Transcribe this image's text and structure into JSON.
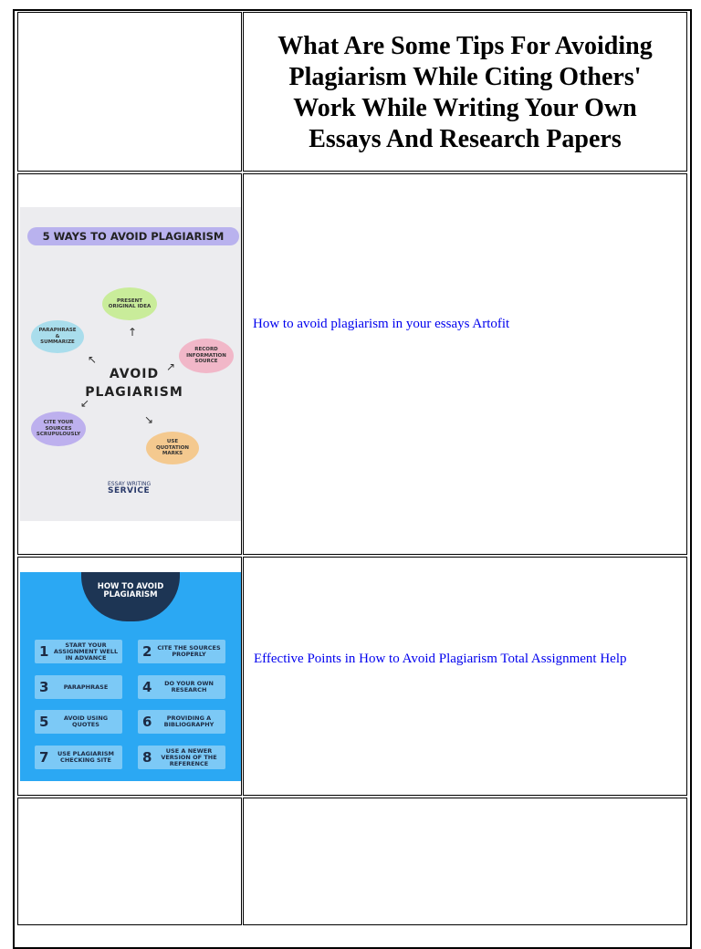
{
  "title": "What Are Some Tips For Avoiding\nPlagiarism While Citing Others'\nWork While Writing Your Own\nEssays And Research Papers",
  "rows": [
    {
      "link": "How to avoid plagiarism in your essays Artofit",
      "image": {
        "banner": "5 WAYS TO AVOID PLAGIARISM",
        "center": "AVOID\nPLAGIARISM",
        "bubbles": [
          {
            "text": "PRESENT\nORIGINAL IDEA",
            "color": "#c9ec9a"
          },
          {
            "text": "PARAPHRASE\n&\nSUMMARIZE",
            "color": "#a9ddec"
          },
          {
            "text": "RECORD\nINFORMATION\nSOURCE",
            "color": "#f1b7c8"
          },
          {
            "text": "CITE YOUR\nSOURCES\nSCRUPULOUSLY",
            "color": "#bdb0ee"
          },
          {
            "text": "USE\nQUOTATION\nMARKS",
            "color": "#f4c98f"
          }
        ],
        "logo_line1": "ESSAY WRITING",
        "logo_line2": "SERVICE"
      }
    },
    {
      "link": "Effective Points in How to Avoid Plagiarism Total Assignment Help",
      "image": {
        "header": "HOW TO AVOID\nPLAGIARISM",
        "tips": [
          {
            "num": "1",
            "text": "START YOUR\nASSIGNMENT WELL\nIN ADVANCE"
          },
          {
            "num": "2",
            "text": "CITE THE SOURCES\nPROPERLY"
          },
          {
            "num": "3",
            "text": "PARAPHRASE"
          },
          {
            "num": "4",
            "text": "DO YOUR OWN\nRESEARCH"
          },
          {
            "num": "5",
            "text": "AVOID USING\nQUOTES"
          },
          {
            "num": "6",
            "text": "PROVIDING A\nBIBLIOGRAPHY"
          },
          {
            "num": "7",
            "text": "USE PLAGIARISM\nCHECKING SITE"
          },
          {
            "num": "8",
            "text": "USE A NEWER\nVERSION OF THE\nREFERENCE"
          }
        ]
      }
    }
  ],
  "colors": {
    "link": "#0000ee",
    "banner": "#b9b2ee",
    "info2_bg": "#2ba8f3",
    "info2_header": "#1d3554",
    "info2_tip": "#7cc9f6"
  }
}
